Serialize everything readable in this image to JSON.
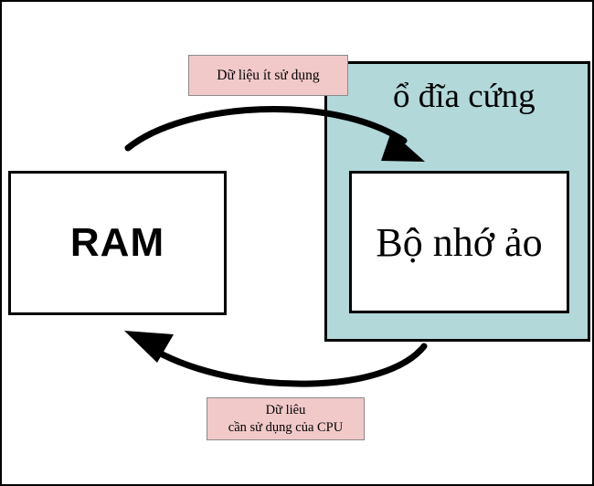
{
  "ram": {
    "label": "RAM"
  },
  "hard_disk": {
    "label": "ổ đĩa cứng"
  },
  "virtual_memory": {
    "label": "Bộ nhớ ảo"
  },
  "notes": {
    "top": "Dữ liệu ít sử dụng",
    "bottom_line1": "Dữ liêu",
    "bottom_line2": "cần sử dụng của CPU"
  },
  "colors": {
    "hard_disk_fill": "#b2d8da",
    "note_fill": "#f2c9c9",
    "border": "#000000"
  }
}
